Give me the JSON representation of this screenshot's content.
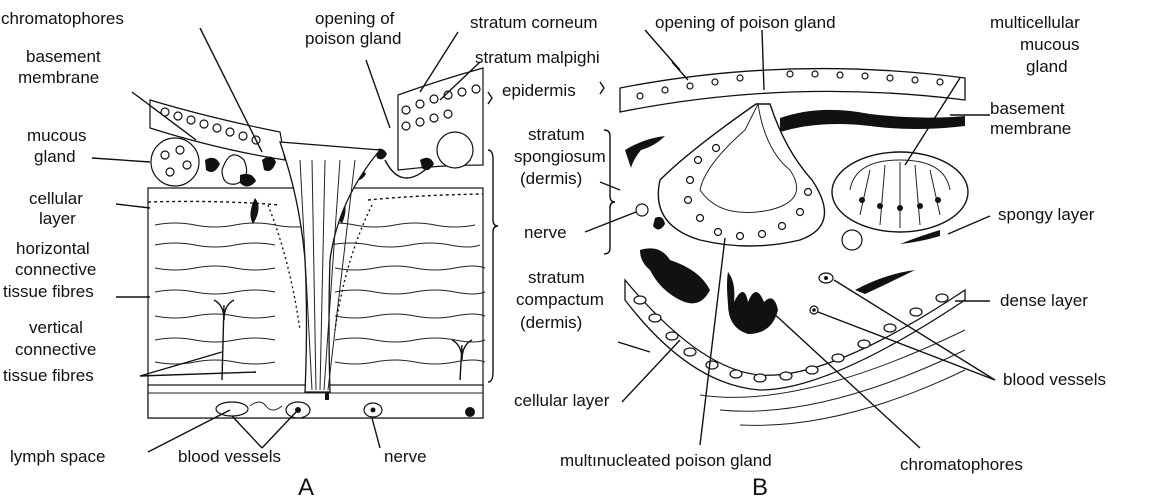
{
  "panel_a": {
    "caption": "A",
    "labels": {
      "chromatophores": "chromatophores",
      "opening_l1": "opening of",
      "opening_l2": "poison gland",
      "corneum": "stratum  corneum",
      "malpighi": "stratum  malpighi",
      "basement_l1": "basement",
      "basement_l2": "membrane",
      "mucous_l1": "mucous",
      "mucous_l2": "gland",
      "cellular_l1": "cellular",
      "cellular_l2": "layer",
      "horiz_l1": "horizontal",
      "horiz_l2": "connective",
      "horiz_l3": "tissue  fibres",
      "vert_l1": "vertical",
      "vert_l2": "connective",
      "vert_l3": "tissue  fibres",
      "lymph": "lymph space",
      "blood": "blood  vessels",
      "nerve": "nerve"
    }
  },
  "panel_b": {
    "caption": "B",
    "labels": {
      "opening": "opening  of   poison  gland",
      "multi_l1": "multicellular",
      "multi_l2": "mucous",
      "multi_l3": "gland",
      "epidermis": "epidermis",
      "basement_l1": "basement",
      "basement_l2": "membrane",
      "spong_l1": "stratum",
      "spong_l2": "spongiosum",
      "spong_l3": "(dermis)",
      "nerve": "nerve",
      "spongy": "spongy layer",
      "comp_l1": "stratum",
      "comp_l2": "compactum",
      "comp_l3": "(dermis)",
      "dense": "dense layer",
      "blood": "blood vessels",
      "cellular": "cellular  layer",
      "poison": "multınucleated poison   gland",
      "chromatophores": "chromatophores"
    }
  }
}
